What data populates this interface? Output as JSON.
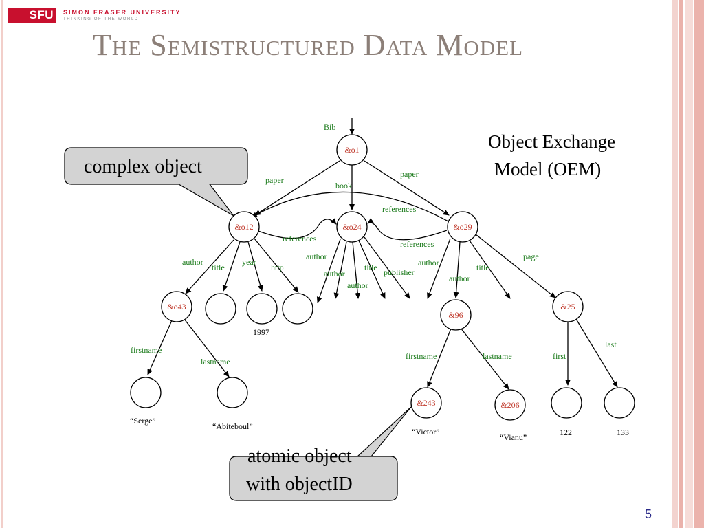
{
  "slide": {
    "title": "The Semistructured Data Model",
    "page_number": "5"
  },
  "logo": {
    "mark": "SFU",
    "name": "SIMON FRASER UNIVERSITY",
    "tagline": "THINKING OF THE WORLD"
  },
  "oem": {
    "line1": "Object Exchange",
    "line2": "Model (OEM)"
  },
  "callouts": {
    "complex": "complex object",
    "atomic_line1": "atomic object",
    "atomic_line2": "with objectID"
  },
  "nodes": {
    "o1": "&o1",
    "o12": "&o12",
    "o24": "&o24",
    "o29": "&o29",
    "o43": "&o43",
    "o96": "&96",
    "o25": "&25",
    "o243": "&243",
    "o206": "&206"
  },
  "edges": {
    "bib": "Bib",
    "paper_left": "paper",
    "paper_right": "paper",
    "book": "book",
    "references_top": "references",
    "references_left": "references",
    "references_right": "references",
    "o12_author": "author",
    "o12_title": "title",
    "o12_year": "year",
    "o12_http": "http",
    "o24_author_a": "author",
    "o24_author_b": "author",
    "o24_author_c": "author",
    "o24_title": "title",
    "o24_publisher": "publisher",
    "o29_author_a": "author",
    "o29_author_b": "author",
    "o29_title": "title",
    "o29_page": "page",
    "o43_firstname": "firstname",
    "o43_lastname": "lastname",
    "o96_firstname": "firstname",
    "o96_lastname": "lastname",
    "o25_first": "first",
    "o25_last": "last"
  },
  "values": {
    "year": "1997",
    "serge": "“Serge”",
    "abiteboul": "“Abiteboul”",
    "victor": "“Victor”",
    "vianu": "“Vianu”",
    "first": "122",
    "last": "133"
  },
  "colors": {
    "title": "#8c7f78",
    "edge_label": "#1a7a1a",
    "object_id": "#c0392b",
    "logo": "#c8102e",
    "callout_fill": "#d3d3d3",
    "page_number": "#2a2a88"
  }
}
